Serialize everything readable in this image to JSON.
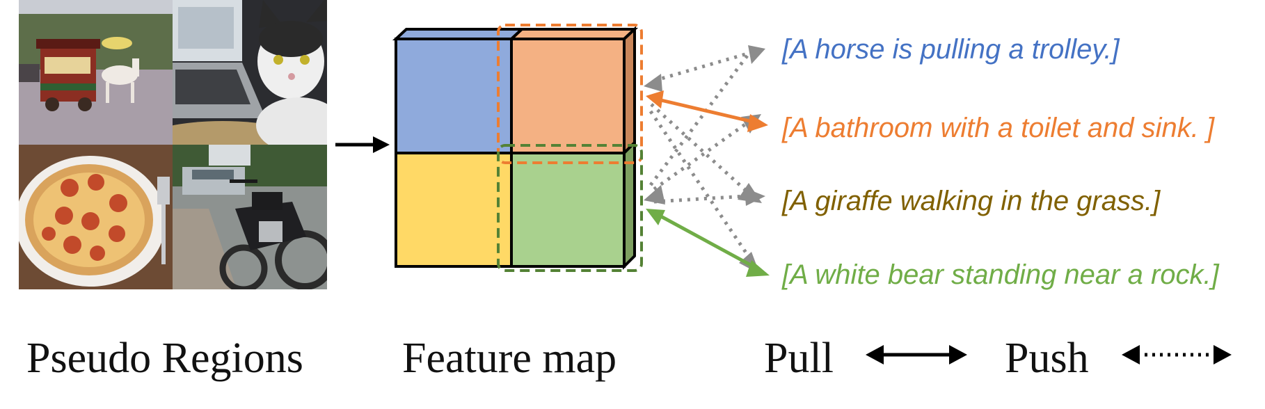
{
  "figure": {
    "pseudo_regions": {
      "label": "Pseudo Regions",
      "tiles": [
        {
          "name": "photo-street-horse-trolley",
          "content": "horse-trolley",
          "bg": "#8a8f96"
        },
        {
          "name": "photo-cat-laptop",
          "content": "cat-laptop",
          "bg": "#3b3c40"
        },
        {
          "name": "photo-pizza",
          "content": "pizza",
          "bg": "#6b4a33"
        },
        {
          "name": "photo-motorcycle",
          "content": "motorcycle",
          "bg": "#7a7e78"
        }
      ]
    },
    "feature_map": {
      "label": "Feature map",
      "cell_colors": {
        "top_left": "#8faadc",
        "top_right": "#f4b183",
        "bottom_left": "#ffd966",
        "bottom_right": "#a9d18e",
        "top_face": "#8faadc",
        "right_top_face": "#c9865a",
        "right_bottom_face": "#7ea060"
      },
      "highlight_colors": {
        "orange": "#ed7d31",
        "green": "#548235"
      }
    },
    "captions": [
      {
        "text": "[A horse is pulling a trolley.]",
        "color": "#4472c4"
      },
      {
        "text": "[A bathroom with a toilet and sink. ]",
        "color": "#ed7d31"
      },
      {
        "text": "[A giraffe walking in the grass.]",
        "color": "#806000"
      },
      {
        "text": "[A white bear standing near a rock.]",
        "color": "#70ad47"
      }
    ],
    "arrow_colors": {
      "push": "#8c8c8c",
      "pull_orange": "#ed7d31",
      "pull_green": "#70ad47",
      "legend": "#000000"
    },
    "legend": {
      "pull_label": "Pull",
      "push_label": "Push"
    }
  }
}
